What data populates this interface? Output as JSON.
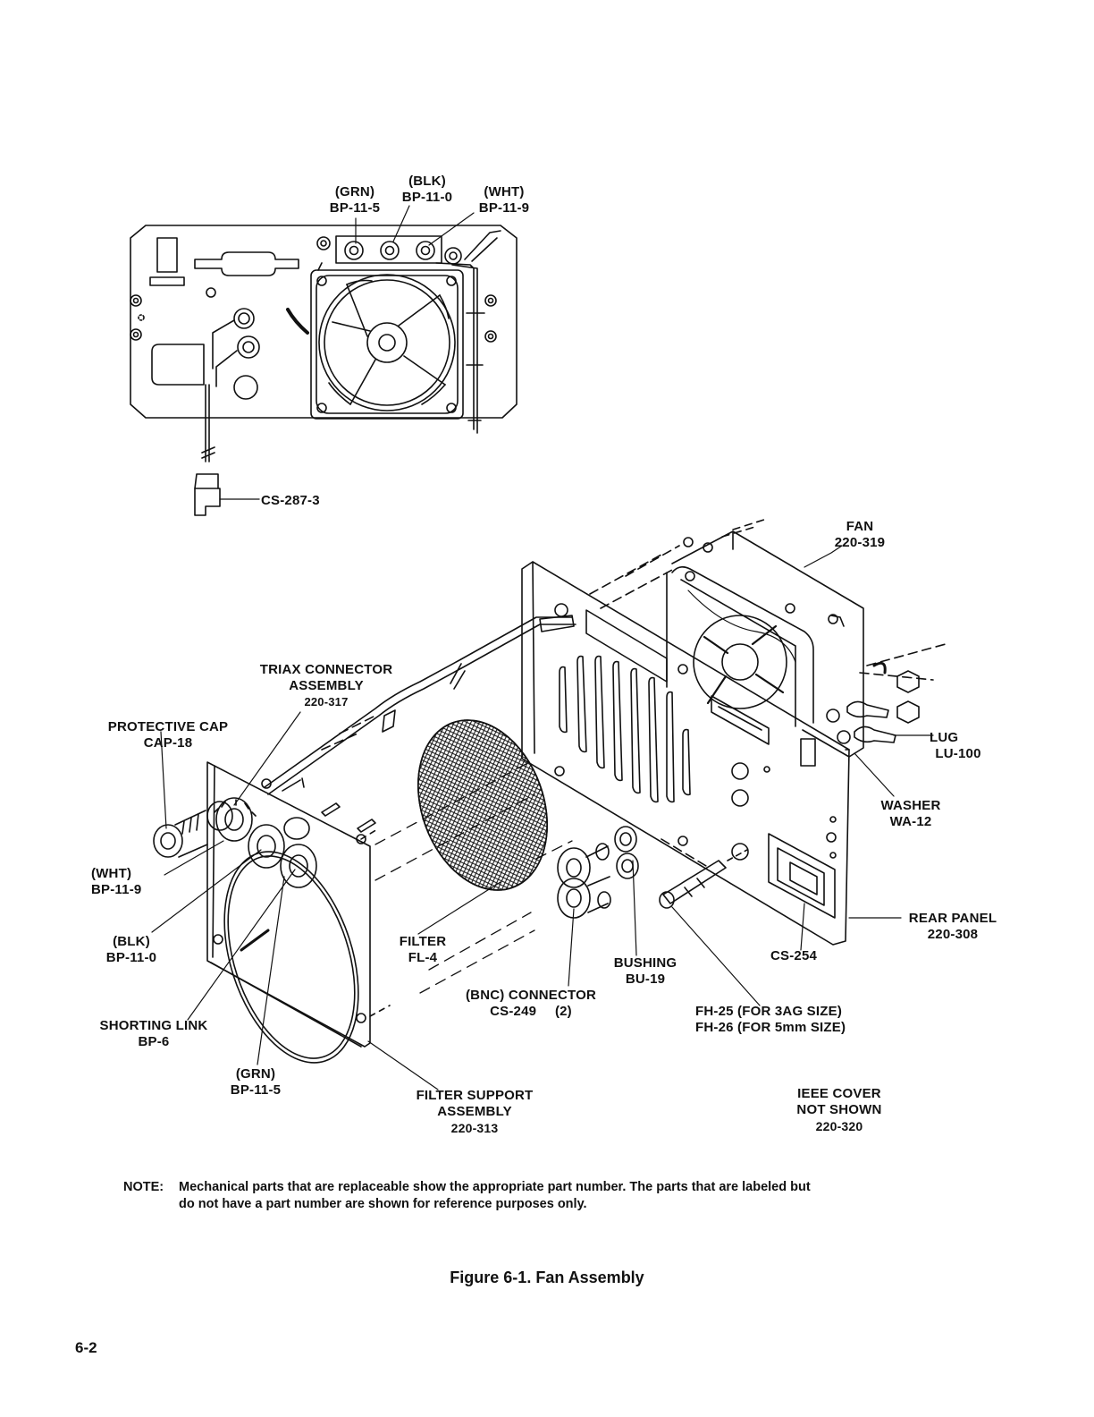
{
  "top_view": {
    "wires": [
      {
        "color": "(GRN)",
        "part": "BP-11-5"
      },
      {
        "color": "(BLK)",
        "part": "BP-11-0"
      },
      {
        "color": "(WHT)",
        "part": "BP-11-9"
      }
    ],
    "cable": "CS-287-3"
  },
  "exploded_view": {
    "fan": {
      "name": "FAN",
      "part": "220-319"
    },
    "triax": {
      "line1": "TRIAX CONNECTOR",
      "line2": "ASSEMBLY",
      "part": "220-317"
    },
    "protective_cap": {
      "name": "PROTECTIVE CAP",
      "part": "CAP-18"
    },
    "lug": {
      "name": "LUG",
      "part": "LU-100"
    },
    "washer": {
      "name": "WASHER",
      "part": "WA-12"
    },
    "wht_post": {
      "color": "(WHT)",
      "part": "BP-11-9"
    },
    "blk_post": {
      "color": "(BLK)",
      "part": "BP-11-0"
    },
    "rear_panel": {
      "name": "REAR PANEL",
      "part": "220-308"
    },
    "filter": {
      "name": "FILTER",
      "part": "FL-4"
    },
    "bushing": {
      "name": "BUSHING",
      "part": "BU-19"
    },
    "cs254": "CS-254",
    "bnc": {
      "name": "(BNC) CONNECTOR",
      "part": "CS-249",
      "qty": "(2)"
    },
    "fuse_holder": {
      "line1": "FH-25 (FOR 3AG SIZE)",
      "line2": "FH-26 (FOR 5mm SIZE)"
    },
    "shorting_link": {
      "name": "SHORTING LINK",
      "part": "BP-6"
    },
    "grn_post": {
      "color": "(GRN)",
      "part": "BP-11-5"
    },
    "filter_support": {
      "line1": "FILTER SUPPORT",
      "line2": "ASSEMBLY",
      "part": "220-313"
    },
    "ieee_cover": {
      "line1": "IEEE COVER",
      "line2": "NOT SHOWN",
      "part": "220-320"
    }
  },
  "note": {
    "head": "NOTE:",
    "line1": "Mechanical parts that are replaceable show the appropriate part number. The parts that are labeled but",
    "line2": "do not have a part number are shown for reference purposes only."
  },
  "caption": "Figure 6-1. Fan Assembly",
  "page_number": "6-2"
}
